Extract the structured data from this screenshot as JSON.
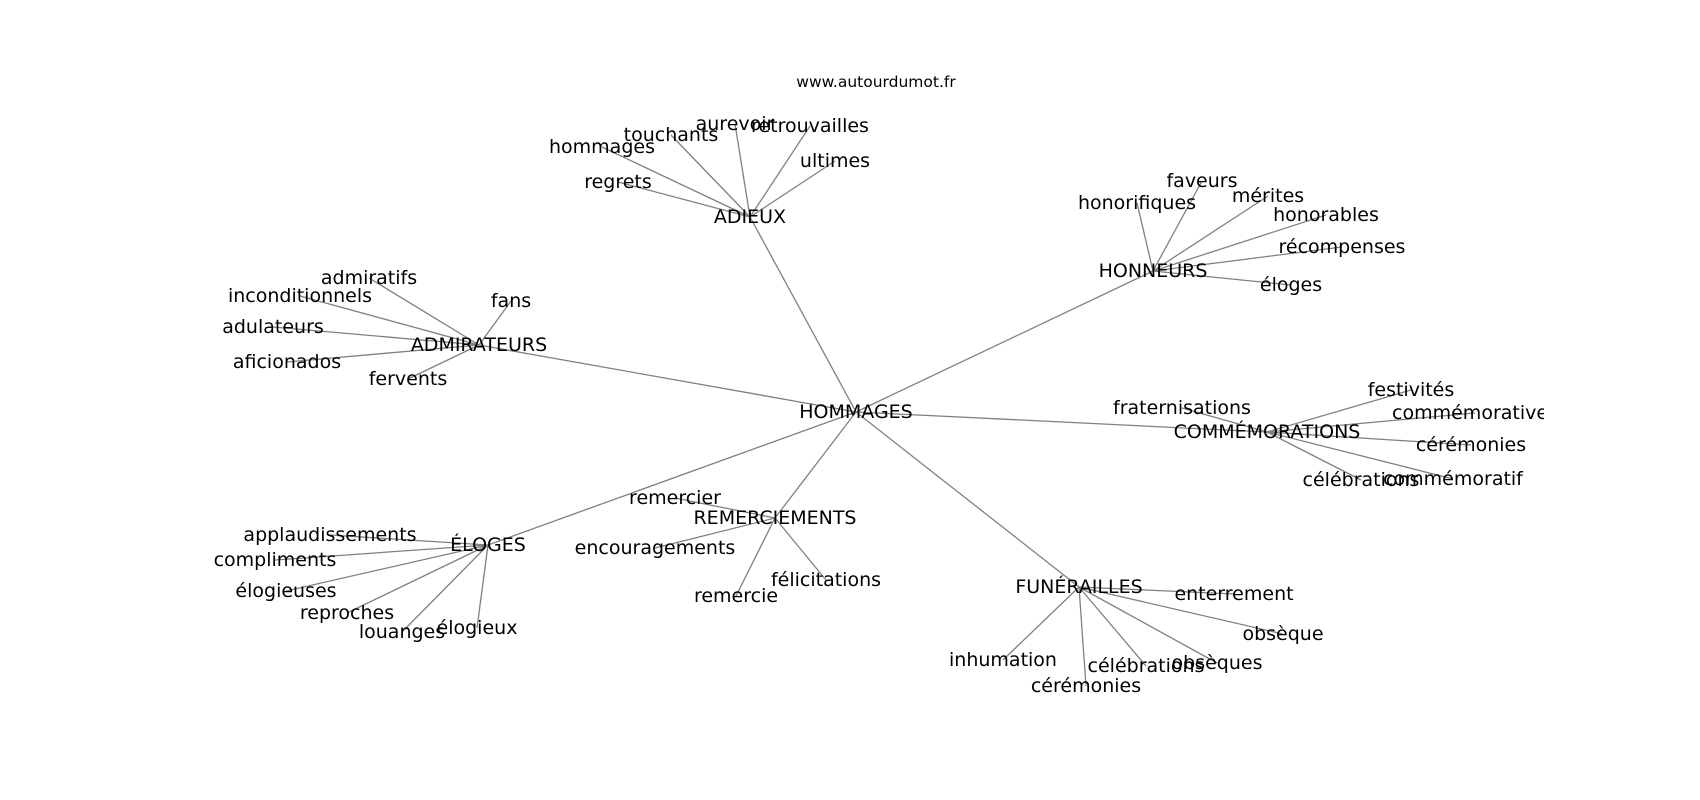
{
  "source": "www.autourdumot.fr",
  "center": "HOMMAGES",
  "clusters": [
    {
      "hub": "ADIEUX",
      "words": [
        "hommages",
        "touchants",
        "aurevoir",
        "retrouvailles",
        "ultimes",
        "regrets"
      ]
    },
    {
      "hub": "HONNEURS",
      "words": [
        "honorifiques",
        "faveurs",
        "mérites",
        "honorables",
        "récompenses",
        "éloges"
      ]
    },
    {
      "hub": "ADMIRATEURS",
      "words": [
        "admiratifs",
        "inconditionnels",
        "fans",
        "adulateurs",
        "aficionados",
        "fervents"
      ]
    },
    {
      "hub": "COMMÉMORATIONS",
      "words": [
        "fraternisations",
        "festivités",
        "commémoratives",
        "cérémonies",
        "célébrations",
        "commémoratif"
      ]
    },
    {
      "hub": "REMERCIEMENTS",
      "words": [
        "remercier",
        "encouragements",
        "félicitations",
        "remercie"
      ]
    },
    {
      "hub": "ÉLOGES",
      "words": [
        "applaudissements",
        "compliments",
        "élogieuses",
        "reproches",
        "louanges",
        "élogieux"
      ]
    },
    {
      "hub": "FUNÉRAILLES",
      "words": [
        "enterrement",
        "obsèque",
        "obsèques",
        "célébrations",
        "cérémonies",
        "inhumation"
      ]
    }
  ]
}
